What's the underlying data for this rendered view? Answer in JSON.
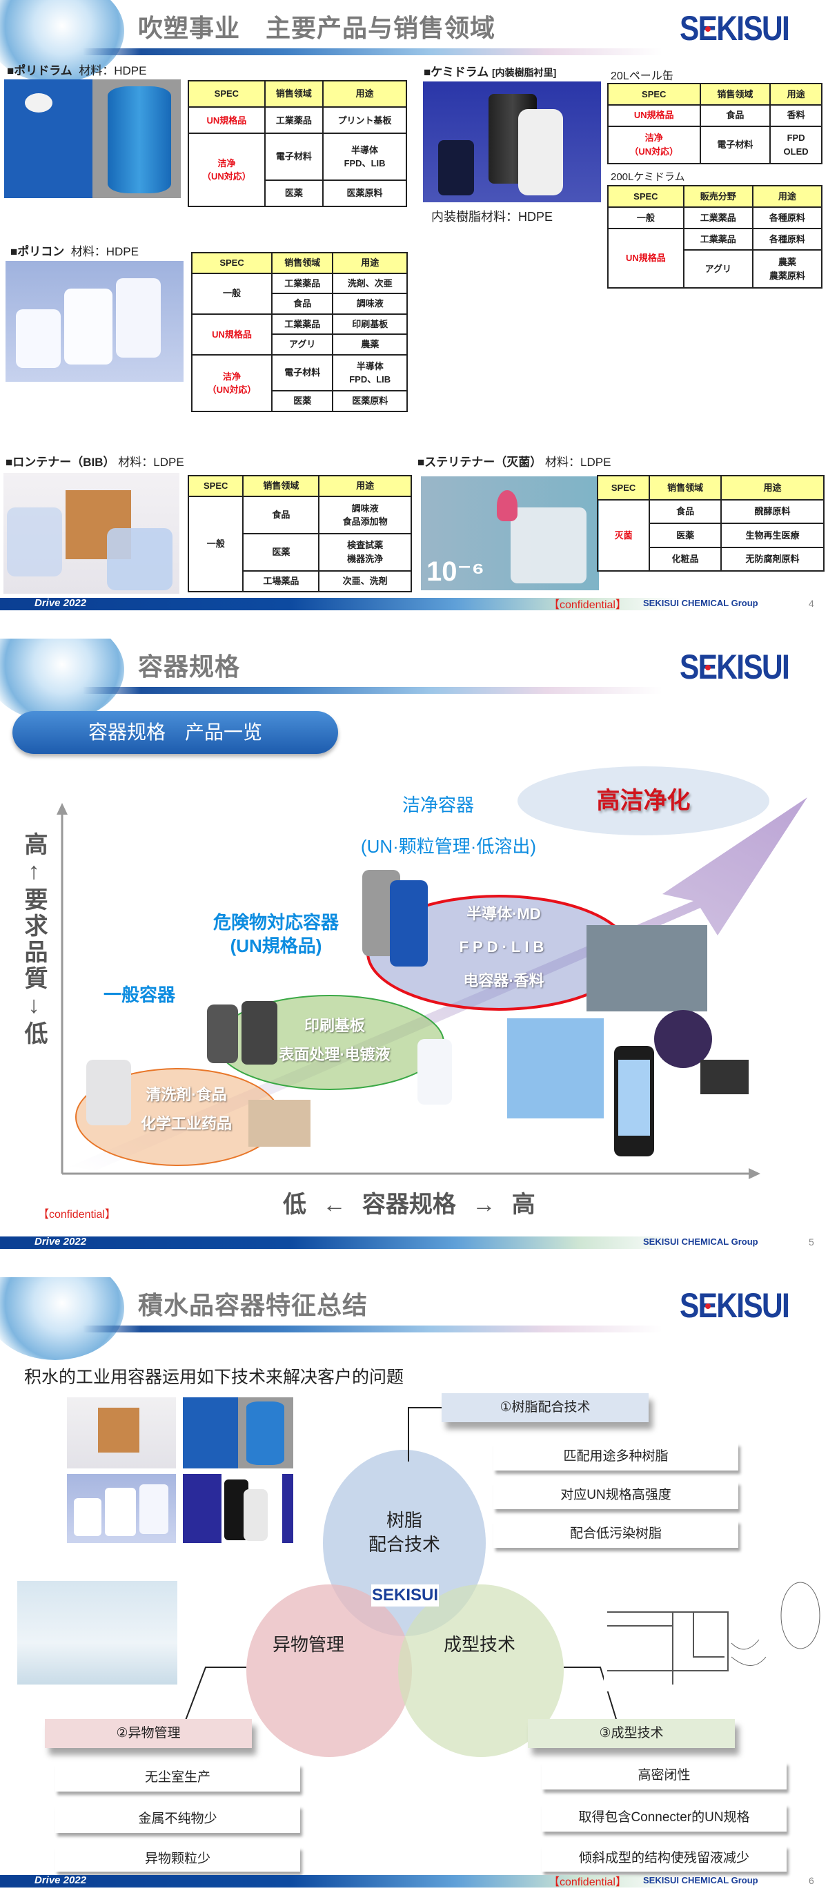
{
  "brand": {
    "logo_text": "SEKISUI",
    "footer_label": "Drive 2022",
    "group": "SEKISUI CHEMICAL Group",
    "confidential": "【confidential】"
  },
  "colors": {
    "brand_blue": "#1a3f99",
    "red": "#e8101a",
    "header_yellow": "#ffff99",
    "label_blue": "#0c8ce0"
  },
  "slide1": {
    "title": "吹塑事业　主要产品与销售领域",
    "page": "4",
    "polydrum": {
      "name": "■ポリドラム",
      "material": "材料：HDPE",
      "table": {
        "header": [
          "SPEC",
          "销售领域",
          "用途"
        ],
        "rows": [
          [
            {
              "t": "UN規格品",
              "red": true
            },
            {
              "t": "工業薬品"
            },
            {
              "t": "プリント基板"
            }
          ],
          [
            {
              "t": "洁净\n（UN対応）",
              "red": true,
              "rs": 2
            },
            {
              "t": "電子材料"
            },
            {
              "t": "半導体\nFPD、LIB"
            }
          ],
          [
            {
              "t": "医薬"
            },
            {
              "t": "医薬原料"
            }
          ]
        ]
      }
    },
    "polycon": {
      "name": "■ポリコン",
      "material": "材料：HDPE",
      "table": {
        "header": [
          "SPEC",
          "销售领域",
          "用途"
        ],
        "rows": [
          [
            {
              "t": "一般",
              "rs": 2
            },
            {
              "t": "工業薬品"
            },
            {
              "t": "洗剤、次亜"
            }
          ],
          [
            {
              "t": "食品"
            },
            {
              "t": "調味液"
            }
          ],
          [
            {
              "t": "UN規格品",
              "red": true,
              "rs": 2
            },
            {
              "t": "工業薬品"
            },
            {
              "t": "印刷基板"
            }
          ],
          [
            {
              "t": "アグリ"
            },
            {
              "t": "農薬"
            }
          ],
          [
            {
              "t": "洁净\n（UN対応）",
              "red": true,
              "rs": 2
            },
            {
              "t": "電子材料"
            },
            {
              "t": "半導体\nFPD、LIB"
            }
          ],
          [
            {
              "t": "医薬"
            },
            {
              "t": "医薬原料"
            }
          ]
        ]
      }
    },
    "chemidrum": {
      "name": "■ケミドラム",
      "note": "[内装樹脂衬里]",
      "caption": "内装樹脂材料：HDPE",
      "pail_title": "20Lペール缶",
      "pail_table": {
        "header": [
          "SPEC",
          "销售领域",
          "用途"
        ],
        "rows": [
          [
            {
              "t": "UN規格品",
              "red": true
            },
            {
              "t": "食品"
            },
            {
              "t": "香料"
            }
          ],
          [
            {
              "t": "洁净\n（UN対応）",
              "red": true
            },
            {
              "t": "電子材料"
            },
            {
              "t": "FPD\nOLED"
            }
          ]
        ]
      },
      "drum_title": "200Lケミドラム",
      "drum_table": {
        "header": [
          "SPEC",
          "販売分野",
          "用途"
        ],
        "rows": [
          [
            {
              "t": "一般"
            },
            {
              "t": "工業薬品"
            },
            {
              "t": "各種原料"
            }
          ],
          [
            {
              "t": "UN規格品",
              "red": true,
              "rs": 2
            },
            {
              "t": "工業薬品"
            },
            {
              "t": "各種原料"
            }
          ],
          [
            {
              "t": "アグリ"
            },
            {
              "t": "農薬\n農薬原料"
            }
          ]
        ]
      }
    },
    "rontainer": {
      "name": "■ロンテナー（BIB）",
      "material": "材料：LDPE",
      "table": {
        "header": [
          "SPEC",
          "销售领域",
          "用途"
        ],
        "rows": [
          [
            {
              "t": "一般",
              "rs": 3
            },
            {
              "t": "食品"
            },
            {
              "t": "調味液\n食品添加物"
            }
          ],
          [
            {
              "t": "医薬"
            },
            {
              "t": "検査試薬\n機器洗浄"
            }
          ],
          [
            {
              "t": "工場薬品"
            },
            {
              "t": "次亜、洗剤"
            }
          ]
        ]
      }
    },
    "steritainer": {
      "name": "■ステリテナー（灭菌）",
      "material": "材料：LDPE",
      "image_text": "10⁻⁶",
      "table": {
        "header": [
          "SPEC",
          "销售领域",
          "用途"
        ],
        "rows": [
          [
            {
              "t": "灭菌",
              "red": true,
              "rs": 3
            },
            {
              "t": "食品"
            },
            {
              "t": "醗酵原料"
            }
          ],
          [
            {
              "t": "医薬"
            },
            {
              "t": "生物再生医療"
            }
          ],
          [
            {
              "t": "化粧品"
            },
            {
              "t": "无防腐剤原料"
            }
          ]
        ]
      }
    }
  },
  "slide2": {
    "title": "容器规格",
    "page": "5",
    "pill": "容器规格　产品一览",
    "high_clean": "高洁净化",
    "y_axis": "高↑要求品質↓低",
    "x_axis": "低 ← 容器规格 → 高",
    "general": {
      "title": "一般容器",
      "line1": "清洗剤·食品",
      "line2": "化学工业药品"
    },
    "hazard": {
      "title": "危険物対応容器",
      "subtitle": "(UN規格品)",
      "line1": "印刷基板",
      "line2": "表面处理·电镀液"
    },
    "clean": {
      "title": "洁净容器",
      "subtitle": "(UN·颗粒管理·低溶出)",
      "line1": "半導体·MD",
      "line2": "FPD·LIB",
      "line3": "电容器·香料"
    }
  },
  "slide3": {
    "title": "積水品容器特征总结",
    "page": "6",
    "lead": "积水的工业用容器运用如下技术来解决客户的问题",
    "resin": {
      "circle": "树脂\n配合技术",
      "tag": "①树脂配合技术",
      "items": [
        "匹配用途多种树脂",
        "对应UN规格高强度",
        "配合低污染树脂"
      ]
    },
    "foreign": {
      "circle": "异物管理",
      "tag": "②异物管理",
      "items": [
        "无尘室生产",
        "金属不纯物少",
        "异物颗粒少"
      ]
    },
    "molding": {
      "circle": "成型技术",
      "tag": "③成型技术",
      "items": [
        "高密闭性",
        "取得包含Connecter的UN规格",
        "倾斜成型的结构使残留液减少"
      ]
    }
  }
}
